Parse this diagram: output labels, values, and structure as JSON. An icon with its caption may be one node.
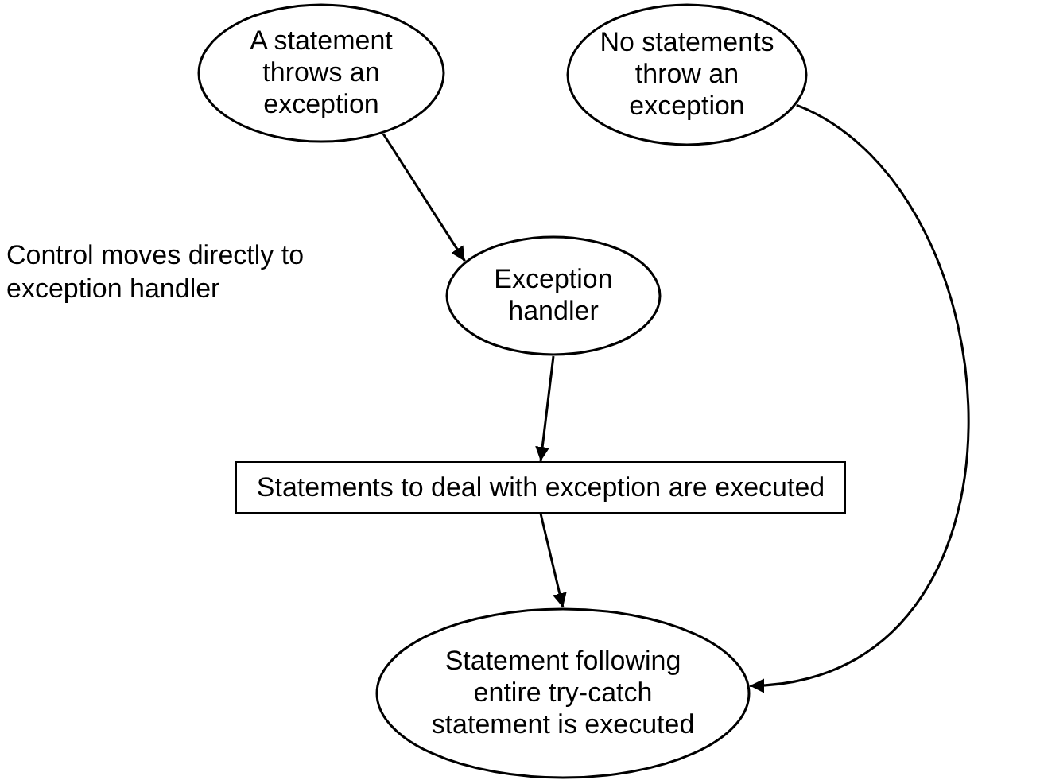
{
  "diagram": {
    "nodes": [
      {
        "text": [
          "A statement throws an exception"
        ]
      },
      {
        "text": [
          "No statements throw an exception"
        ]
      },
      {
        "text": [
          "Exception handler"
        ]
      },
      {
        "text": [
          "Statements to deal with exception are executed"
        ]
      },
      {
        "text": [
          "Statement following entire try-catch statement is executed"
        ]
      }
    ],
    "edges": [
      {
        "from": 0,
        "to": 2,
        "arrow": "to",
        "label": "Control moves directly to exception handler"
      },
      {
        "from": 2,
        "to": 3,
        "arrow": "to"
      },
      {
        "from": 3,
        "to": 4,
        "arrow": "to"
      },
      {
        "from": 1,
        "to": 4,
        "arrow": "to"
      }
    ]
  }
}
